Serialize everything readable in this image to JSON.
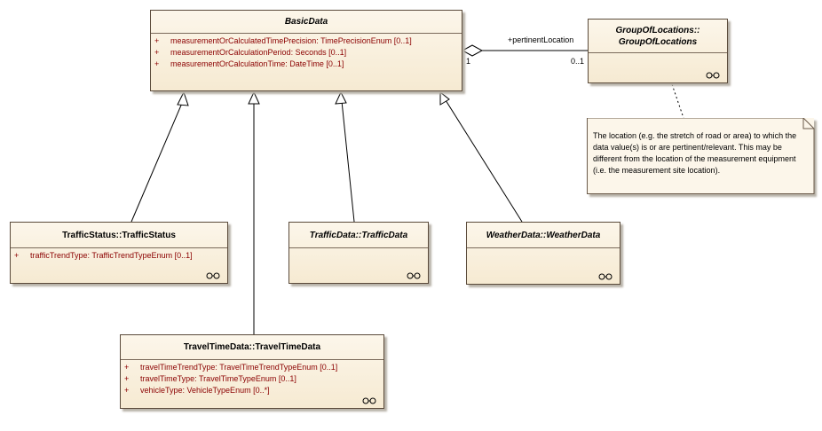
{
  "classes": {
    "basic_data": {
      "name": "BasicData",
      "attributes": [
        {
          "visibility": "+",
          "text": "measurementOrCalculatedTimePrecision:  TimePrecisionEnum [0..1]"
        },
        {
          "visibility": "+",
          "text": "measurementOrCalculationPeriod:  Seconds [0..1]"
        },
        {
          "visibility": "+",
          "text": "measurementOrCalculationTime:  DateTime [0..1]"
        }
      ]
    },
    "group_of_locations": {
      "name_line1": "GroupOfLocations::",
      "name_line2": "GroupOfLocations"
    },
    "traffic_status": {
      "name": "TrafficStatus::TrafficStatus",
      "attributes": [
        {
          "visibility": "+",
          "text": "trafficTrendType:  TrafficTrendTypeEnum [0..1]"
        }
      ]
    },
    "traffic_data": {
      "name": "TrafficData::TrafficData"
    },
    "weather_data": {
      "name": "WeatherData::WeatherData"
    },
    "travel_time_data": {
      "name": "TravelTimeData::TravelTimeData",
      "attributes": [
        {
          "visibility": "+",
          "text": "travelTimeTrendType:  TravelTimeTrendTypeEnum [0..1]"
        },
        {
          "visibility": "+",
          "text": "travelTimeType:  TravelTimeTypeEnum [0..1]"
        },
        {
          "visibility": "+",
          "text": "vehicleType:  VehicleTypeEnum [0..*]"
        }
      ]
    }
  },
  "association": {
    "role": "+pertinentLocation",
    "source_multiplicity": "1",
    "target_multiplicity": "0..1"
  },
  "note": {
    "text": "The location (e.g. the stretch of road or area) to which the data value(s) is or are pertinent/relevant. This may be different from the location of the measurement equipment (i.e. the measurement site location)."
  },
  "colors": {
    "class_fill": "#f6ead2",
    "border": "#5a4a3a",
    "attribute_text": "#8b0000",
    "line": "#000000"
  },
  "icons": {
    "link": "chain-link-icon",
    "generalization": "hollow-triangle-arrowhead",
    "aggregation": "hollow-diamond"
  }
}
